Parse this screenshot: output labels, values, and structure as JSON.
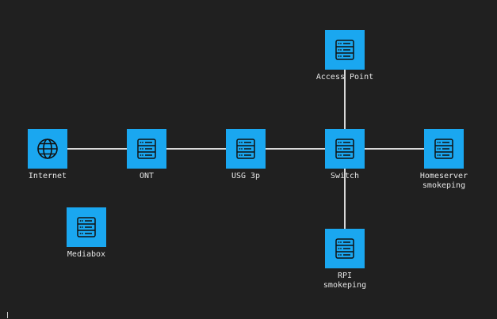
{
  "diagram": {
    "colors": {
      "background": "#202020",
      "node_fill": "#1aa7f0",
      "icon_stroke": "#111111",
      "edge": "#d8d8d8",
      "label": "#e6e6e6"
    },
    "nodes": [
      {
        "id": "internet",
        "label": "Internet",
        "icon": "globe-icon"
      },
      {
        "id": "ont",
        "label": "ONT",
        "icon": "server-icon"
      },
      {
        "id": "usg",
        "label": "USG 3p",
        "icon": "server-icon"
      },
      {
        "id": "switch",
        "label": "Switch",
        "icon": "server-icon"
      },
      {
        "id": "homeserver",
        "label": "Homeserver\nsmokeping",
        "icon": "server-icon"
      },
      {
        "id": "access_point",
        "label": "Access Point",
        "icon": "server-icon"
      },
      {
        "id": "rpi",
        "label": "RPI\nsmokeping",
        "icon": "server-icon"
      },
      {
        "id": "mediabox",
        "label": "Mediabox",
        "icon": "server-icon"
      }
    ],
    "edges": [
      {
        "from": "internet",
        "to": "ont"
      },
      {
        "from": "ont",
        "to": "usg"
      },
      {
        "from": "usg",
        "to": "switch"
      },
      {
        "from": "switch",
        "to": "homeserver"
      },
      {
        "from": "switch",
        "to": "access_point"
      },
      {
        "from": "switch",
        "to": "rpi"
      }
    ]
  }
}
